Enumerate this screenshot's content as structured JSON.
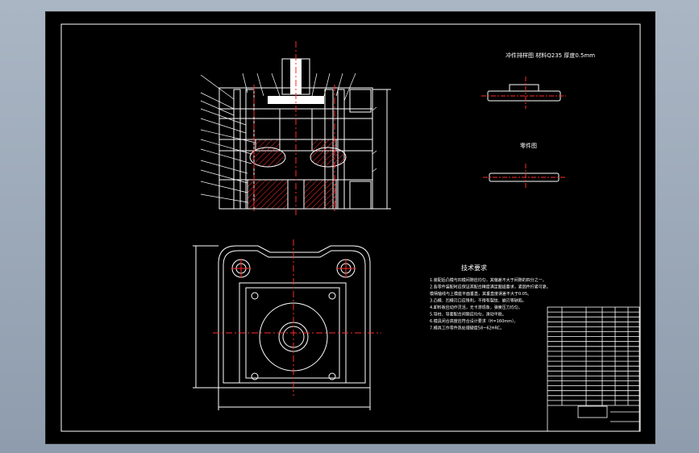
{
  "colors": {
    "background": "#000000",
    "outline": "#ffffff",
    "centerline": "#ff2a2a",
    "hatch": "#ff2a2a",
    "frame": "#ffffff",
    "app_background": "#9aa7b7"
  },
  "section_labels": {
    "scheme": "冲件排样图   材料Q235  厚度0.5mm",
    "part": "零件图"
  },
  "tech_requirements": {
    "title": "技术要求",
    "lines": [
      "1.装配后凸模与凹模间隙应均匀，其偏差不大于间隙的四分之一。",
      "2.各零件装配时应保证其配合精度满足图纸要求，紧固件拧紧可靠。",
      "  模柄轴线与上模座平面垂直，其垂直度误差不大于0.05。",
      "3.凸模、凹模刃口应锋利，不得有裂纹、崩刃等缺陷。",
      "4.卸料板应动作灵活，无卡滞现象，弹簧压力均匀。",
      "5.导柱、导套配合间隙应均匀，滑动平稳。",
      "6.模具闭合高度应符合设计要求（H=160mm）。",
      "7.模具工作零件热处理硬度58~62HRC。"
    ]
  },
  "title_block": {
    "rows": 20
  }
}
